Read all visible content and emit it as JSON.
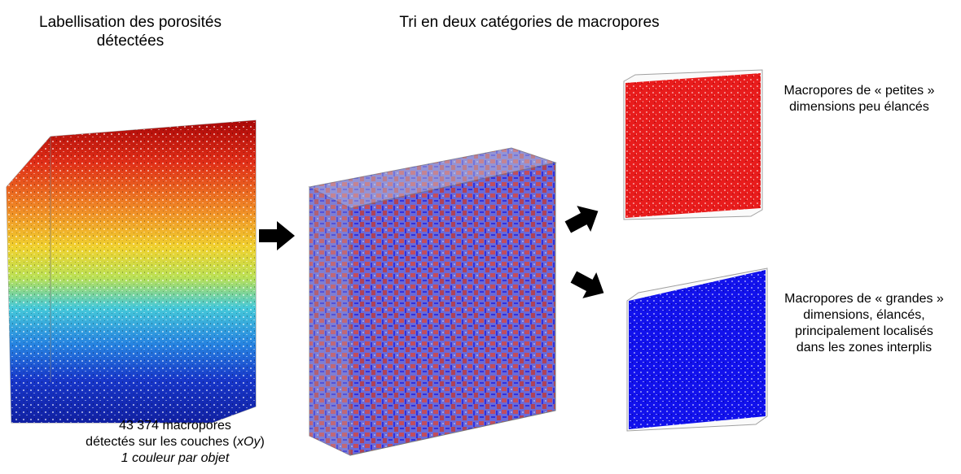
{
  "titles": {
    "left": [
      "Labellisation des porosités",
      "détectées"
    ],
    "middle": "Tri en deux catégories de macropores"
  },
  "left_caption": {
    "line1": "43 374 macropores",
    "line2_prefix": "détectés sur les couches (",
    "line2_axis": "xOy",
    "line2_suffix": ")",
    "line3": "1 couleur par objet"
  },
  "outputs": {
    "small": [
      "Macropores de « petites »",
      "dimensions peu élancés"
    ],
    "large": [
      "Macropores de « grandes »",
      "dimensions, élancés,",
      "principalement localisés",
      "dans les zones interplis"
    ]
  },
  "colors": {
    "gradient": [
      "#b00000",
      "#e03010",
      "#f08020",
      "#f0d020",
      "#c8e040",
      "#40c8e0",
      "#2080e0",
      "#1030c0",
      "#0a1aa0"
    ],
    "red": "#e01818",
    "blue": "#1010e8",
    "arrow": "#000000"
  },
  "icons": [
    "arrow-right-icon",
    "arrow-up-right-icon",
    "arrow-down-right-icon"
  ]
}
